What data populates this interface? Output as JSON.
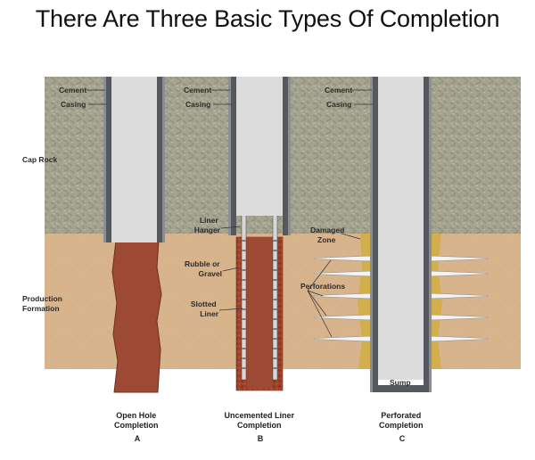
{
  "title": "There Are Three Basic Types Of Completion",
  "labels": {
    "cap_rock": "Cap Rock",
    "production_formation": [
      "Production",
      "Formation"
    ],
    "cement": "Cement",
    "casing": "Casing",
    "liner_hanger": [
      "Liner",
      "Hanger"
    ],
    "rubble_or_gravel": [
      "Rubble or",
      "Gravel"
    ],
    "slotted_liner": [
      "Slotted",
      "Liner"
    ],
    "damaged_zone": [
      "Damaged",
      "Zone"
    ],
    "perforations": "Perforations",
    "sump": "Sump"
  },
  "completions": [
    {
      "name": [
        "Open Hole",
        "Completion"
      ],
      "letter": "A"
    },
    {
      "name": [
        "Uncemented Liner",
        "Completion"
      ],
      "letter": "B"
    },
    {
      "name": [
        "Perforated",
        "Completion"
      ],
      "letter": "C"
    }
  ],
  "colors": {
    "cap_rock": "#a3a38f",
    "formation": "#d8b48d",
    "open_hole": "#9c4a33",
    "casing_wall": "#55585c",
    "casing_bore": "#dcdcdc",
    "damaged_zone": "#d2ae4c"
  }
}
